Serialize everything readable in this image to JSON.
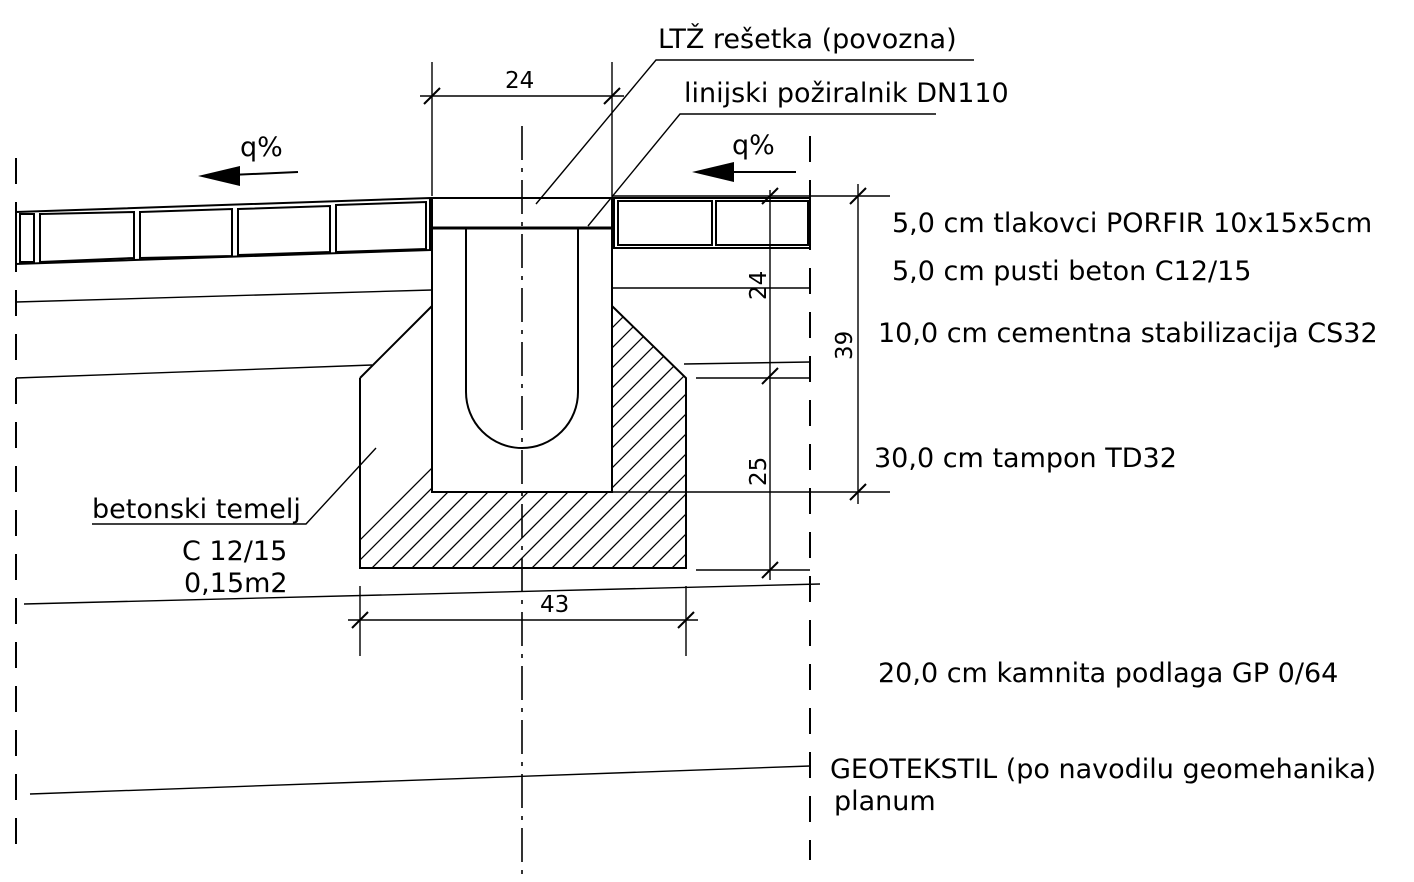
{
  "labels": {
    "grating": "LTŽ rešetka (povozna)",
    "drain": "linijski požiralnik DN110",
    "slope_left": "q%",
    "slope_right": "q%",
    "foundation_title": "betonski temelj",
    "foundation_class": "C 12/15",
    "foundation_area": "0,15m2",
    "geotextile": "GEOTEKSTIL (po navodilu geomehanika)",
    "subgrade": "planum"
  },
  "layers": [
    {
      "thickness": "5,0 cm",
      "material": "tlakovci PORFIR 10x15x5cm"
    },
    {
      "thickness": "5,0 cm",
      "material": "pusti beton C12/15"
    },
    {
      "thickness": "10,0 cm",
      "material": "cementna stabilizacija CS32"
    },
    {
      "thickness": "30,0 cm",
      "material": "tampon TD32"
    },
    {
      "thickness": "20,0 cm",
      "material": "kamnita podlaga GP 0/64"
    }
  ],
  "dimensions": {
    "channel_width": "24",
    "channel_depth": "24",
    "total_depth": "39",
    "foundation_depth": "25",
    "foundation_width": "43"
  }
}
